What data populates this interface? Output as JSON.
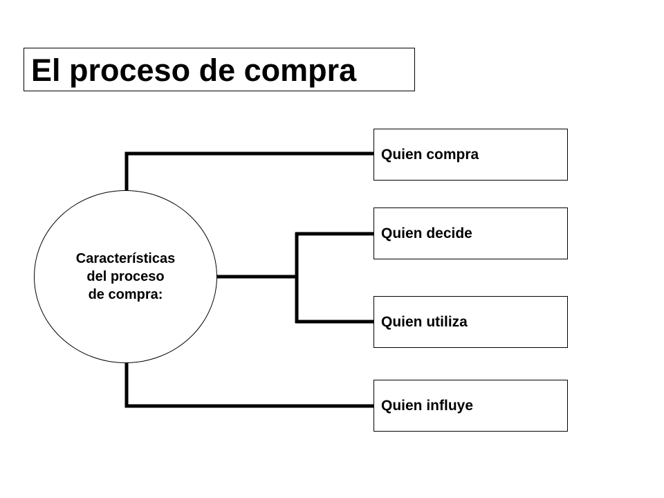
{
  "title": "El proceso de compra",
  "center": {
    "label": "Características\ndel proceso\n de compra:"
  },
  "roles": [
    {
      "label": "Quien compra"
    },
    {
      "label": "Quien decide"
    },
    {
      "label": "Quien utiliza"
    },
    {
      "label": "Quien influye"
    }
  ],
  "colors": {
    "line": "#000000",
    "background": "#ffffff"
  }
}
